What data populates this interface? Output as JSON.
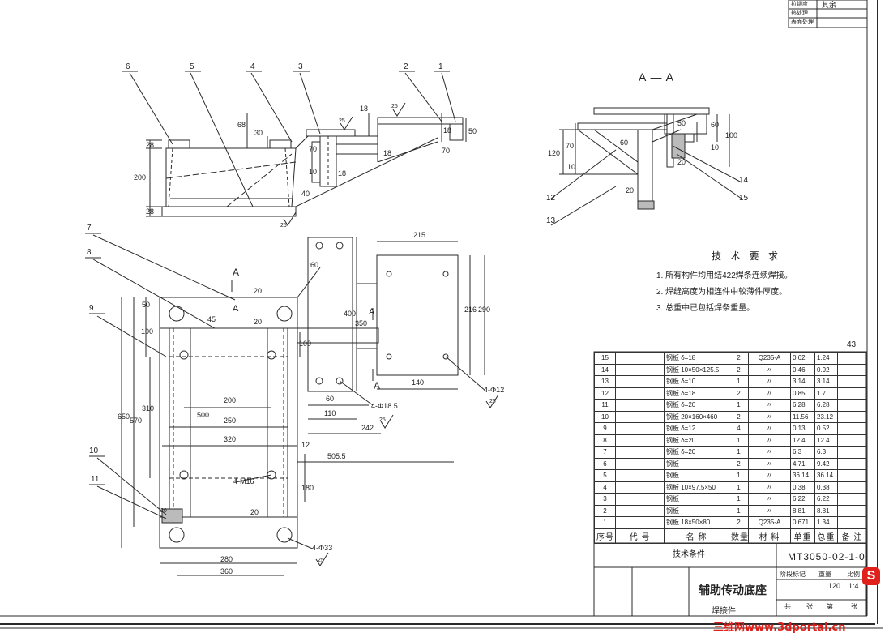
{
  "sheet": {
    "page_number": "43",
    "watermark": "三维网www.3dportal.cn"
  },
  "corner_box": {
    "rows": [
      "拉铆度",
      "热处理",
      "表面处理"
    ],
    "value": "其余"
  },
  "views": {
    "front": {
      "balloons": [
        "6",
        "5",
        "4",
        "3",
        "2",
        "1"
      ],
      "dims": [
        "28",
        "200",
        "28",
        "30",
        "68",
        "70",
        "40",
        "10",
        "18",
        "18",
        "18",
        "50",
        "70",
        "18",
        "25",
        "25",
        "25"
      ]
    },
    "section": {
      "label": "A — A",
      "balloons": [
        "12",
        "13",
        "14",
        "15"
      ],
      "dims": [
        "120",
        "70",
        "10",
        "60",
        "50",
        "10",
        "60",
        "100",
        "20",
        "20"
      ]
    },
    "plan": {
      "balloons": [
        "7",
        "8",
        "9",
        "10",
        "11"
      ],
      "section_marks": [
        "A",
        "A",
        "A"
      ],
      "dims": [
        "215",
        "60",
        "20",
        "20",
        "45",
        "50",
        "400",
        "350",
        "216",
        "290",
        "100",
        "100",
        "140",
        "60",
        "110",
        "242",
        "200",
        "250",
        "320",
        "505.5",
        "12",
        "500",
        "310",
        "570",
        "650",
        "180",
        "20",
        "280",
        "360",
        "20"
      ],
      "callouts": [
        "4-Φ18.5",
        "4-Φ12",
        "4-M16",
        "4-Φ33"
      ],
      "roughness": [
        "25",
        "25",
        "25"
      ]
    }
  },
  "requirements": {
    "title": "技 术 要 求",
    "items": [
      "1. 所有构件均用结422焊条连续焊接。",
      "2. 焊缝高度为相连件中较薄件厚度。",
      "3. 总重中已包括焊条重量。"
    ]
  },
  "bom": {
    "rows": [
      {
        "no": "15",
        "name": "钢板  δ=18",
        "qty": "2",
        "mat": "Q235-A",
        "unit": "0.62",
        "total": "1.24"
      },
      {
        "no": "14",
        "name": "钢板  10×50×125.5",
        "qty": "2",
        "mat": "〃",
        "unit": "0.46",
        "total": "0.92"
      },
      {
        "no": "13",
        "name": "钢板  δ=10",
        "qty": "1",
        "mat": "〃",
        "unit": "3.14",
        "total": "3.14"
      },
      {
        "no": "12",
        "name": "钢板  δ=18",
        "qty": "2",
        "mat": "〃",
        "unit": "0.85",
        "total": "1.7"
      },
      {
        "no": "11",
        "name": "钢板  δ=20",
        "qty": "1",
        "mat": "〃",
        "unit": "6.28",
        "total": "6.28"
      },
      {
        "no": "10",
        "name": "钢板  20×160×460",
        "qty": "2",
        "mat": "〃",
        "unit": "11.56",
        "total": "23.12"
      },
      {
        "no": "9",
        "name": "钢板  δ=12",
        "qty": "4",
        "mat": "〃",
        "unit": "0.13",
        "total": "0.52"
      },
      {
        "no": "8",
        "name": "钢板  δ=20",
        "qty": "1",
        "mat": "〃",
        "unit": "12.4",
        "total": "12.4"
      },
      {
        "no": "7",
        "name": "钢板  δ=20",
        "qty": "1",
        "mat": "〃",
        "unit": "6.3",
        "total": "6.3"
      },
      {
        "no": "6",
        "name": "钢板",
        "qty": "2",
        "mat": "〃",
        "unit": "4.71",
        "total": "9.42"
      },
      {
        "no": "5",
        "name": "钢板",
        "qty": "1",
        "mat": "〃",
        "unit": "36.14",
        "total": "36.14"
      },
      {
        "no": "4",
        "name": "钢板 10×97.5×50",
        "qty": "1",
        "mat": "〃",
        "unit": "0.38",
        "total": "0.38"
      },
      {
        "no": "3",
        "name": "钢板",
        "qty": "1",
        "mat": "〃",
        "unit": "6.22",
        "total": "6.22"
      },
      {
        "no": "2",
        "name": "钢板",
        "qty": "1",
        "mat": "〃",
        "unit": "8.81",
        "total": "8.81"
      },
      {
        "no": "1",
        "name": "钢板 18×50×80",
        "qty": "2",
        "mat": "Q235-A",
        "unit": "0.671",
        "total": "1.34"
      }
    ],
    "header": [
      "序号",
      "代  号",
      "名    称",
      "数量",
      "材   料",
      "单重",
      "总重",
      "备 注"
    ]
  },
  "title_block": {
    "tech_condition": "技术条件",
    "drawing_no": "MT3050-02-1-0",
    "part_name": "辅助传动底座",
    "sub_name": "焊接件",
    "scale_labels": [
      "阶段标记",
      "重量",
      "比例"
    ],
    "scale": "1:4",
    "weight": "120",
    "sheet_labels": [
      "共",
      "张",
      "第",
      "张"
    ]
  }
}
